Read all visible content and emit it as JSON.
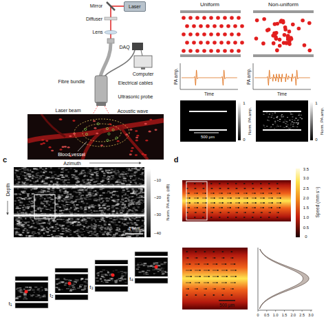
{
  "diagram": {
    "nodes": [
      {
        "text": [
          "Laser"
        ]
      }
    ],
    "labels": [
      "Mirror",
      "Diffuser",
      "Lens",
      "DAQ",
      "Computer",
      "Fibre bundle",
      "Electrical cables",
      "Ultrasonic probe",
      "Laser beam",
      "Acoustic wave",
      "Blood vessel",
      "Uniform",
      "Non-uniform",
      "PA amp.",
      "Time",
      "PA amp.",
      "Time",
      "1",
      "0",
      "Norm. PA amp.",
      "1",
      "0",
      "Norm. PA amp.",
      "500 μm",
      "c",
      "Azimuth",
      "Depth",
      "−10",
      "−20",
      "−30",
      "−40",
      "Norm. PA amp. (dB)",
      "1 mm",
      "t₁",
      "t₂",
      "t₃",
      "t₄",
      "d",
      "3.5",
      "3.0",
      "2.5",
      "2.0",
      "1.5",
      "1.0",
      "0.5",
      "0",
      "Speed (mm s⁻¹)",
      "500 μm",
      "0",
      "0.5",
      "1.0",
      "1.5",
      "2.0",
      "2.5",
      "3.0"
    ]
  }
}
